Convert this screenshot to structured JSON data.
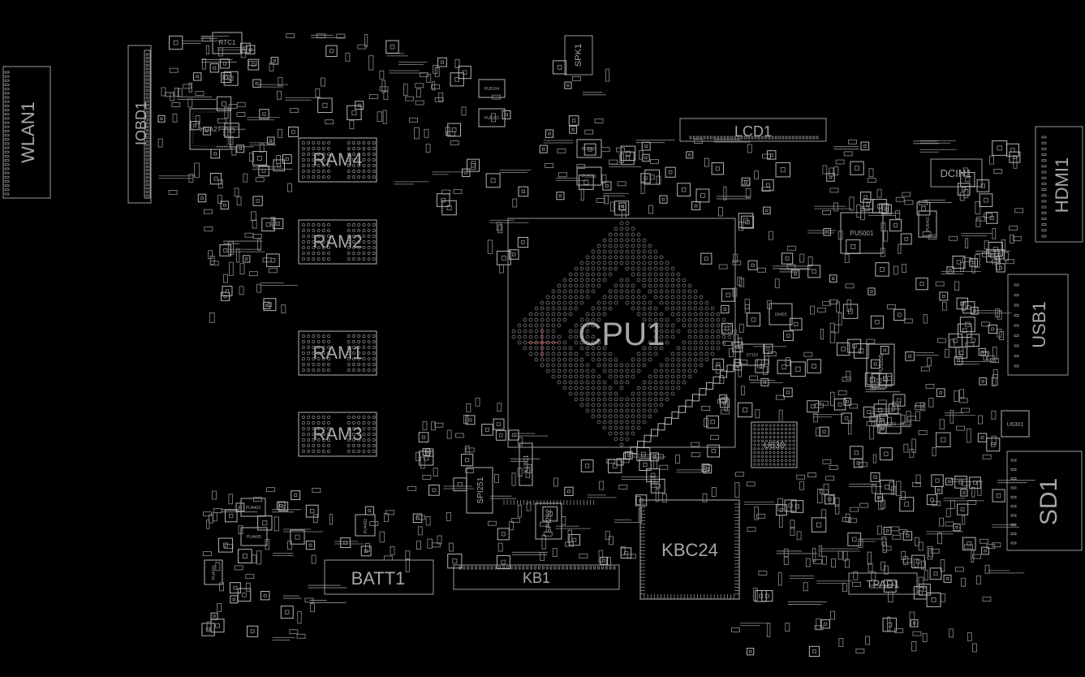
{
  "viewer": {
    "background": "#000000",
    "line_color": "#b3b3b3",
    "marker_color": "#c0505a"
  },
  "components": {
    "cpu": "CPU1",
    "lcd": "LCD1",
    "ram1": "RAM1",
    "ram2": "RAM2",
    "ram3": "RAM3",
    "ram4": "RAM4",
    "kbc": "KBC24",
    "batt": "BATT1",
    "kb": "KB1",
    "tpad": "TPAD1",
    "wlan": "WLAN1",
    "iobd": "IOBD1",
    "hdmi": "HDMI1",
    "usb": "USB1",
    "sd": "SD1",
    "dcin": "DCIN1",
    "spk": "SPK1",
    "spi251": "SPI251",
    "spi252": "SPI252",
    "x1801": "X1801",
    "rtc": "RTC1",
    "hda": "HDA27",
    "u630": "U630",
    "pu5001": "PU5001",
    "pu5105": "PU5105",
    "u6301": "U6301",
    "u6201": "U6201",
    "u5403": "U5403",
    "xt101": "XT101",
    "pu4403": "PU4403",
    "pu4405": "PU4405",
    "pu4402": "PU4402",
    "pu5104": "PU5104",
    "pu5103": "PU5103",
    "pu5101": "PU5101",
    "pu5102": "PU5102",
    "pu6401": "PU6401",
    "pu5101b": "PU5101",
    "pu4401": "PU4401"
  }
}
